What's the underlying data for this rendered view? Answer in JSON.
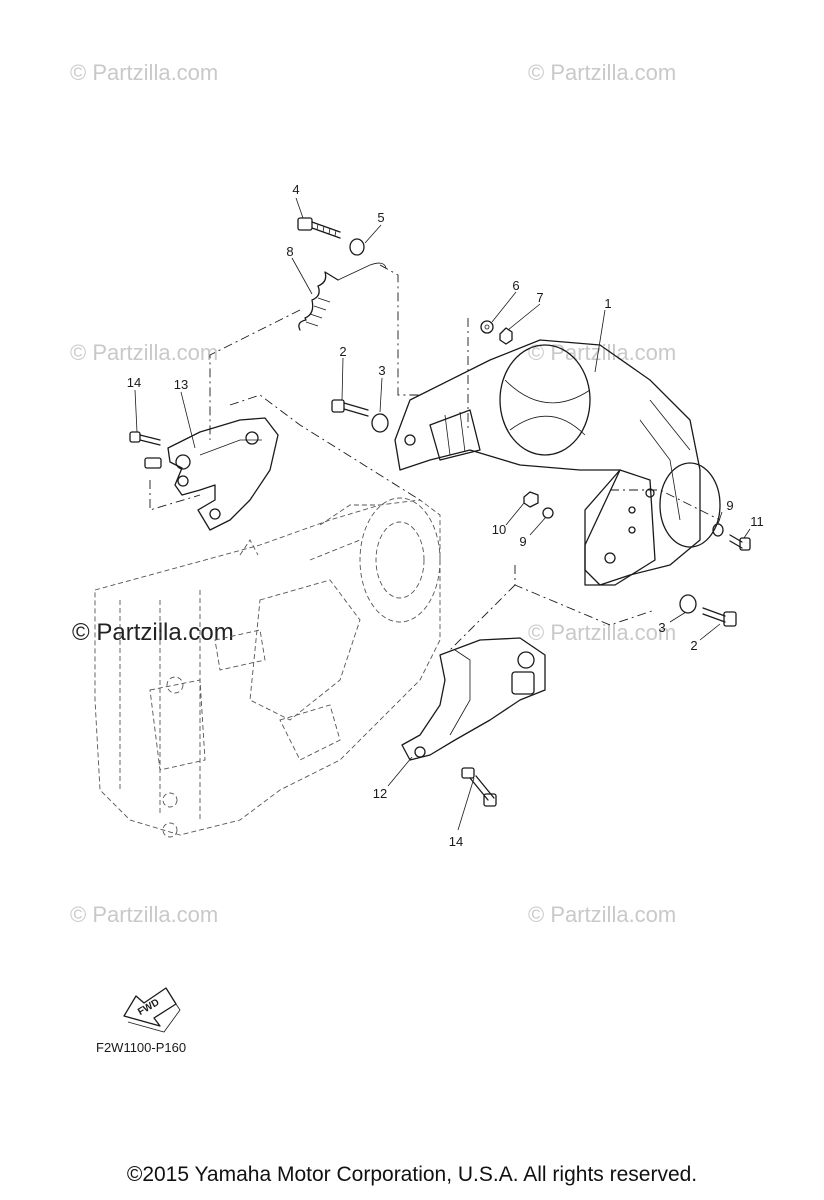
{
  "watermarks": {
    "text": "© Partzilla.com"
  },
  "callouts": {
    "c1": "1",
    "c2a": "2",
    "c2b": "2",
    "c3a": "3",
    "c3b": "3",
    "c4": "4",
    "c5": "5",
    "c6": "6",
    "c7": "7",
    "c8": "8",
    "c9a": "9",
    "c9b": "9",
    "c10": "10",
    "c11": "11",
    "c12": "12",
    "c13": "13",
    "c14a": "14",
    "c14b": "14"
  },
  "fwd_label": "FWD",
  "diagram_code": "F2W1100-P160",
  "copyright": "©2015  Yamaha Motor Corporation, U.S.A. All rights reserved.",
  "colors": {
    "line": "#1a1a1a",
    "watermark": "#c9c9c9"
  }
}
